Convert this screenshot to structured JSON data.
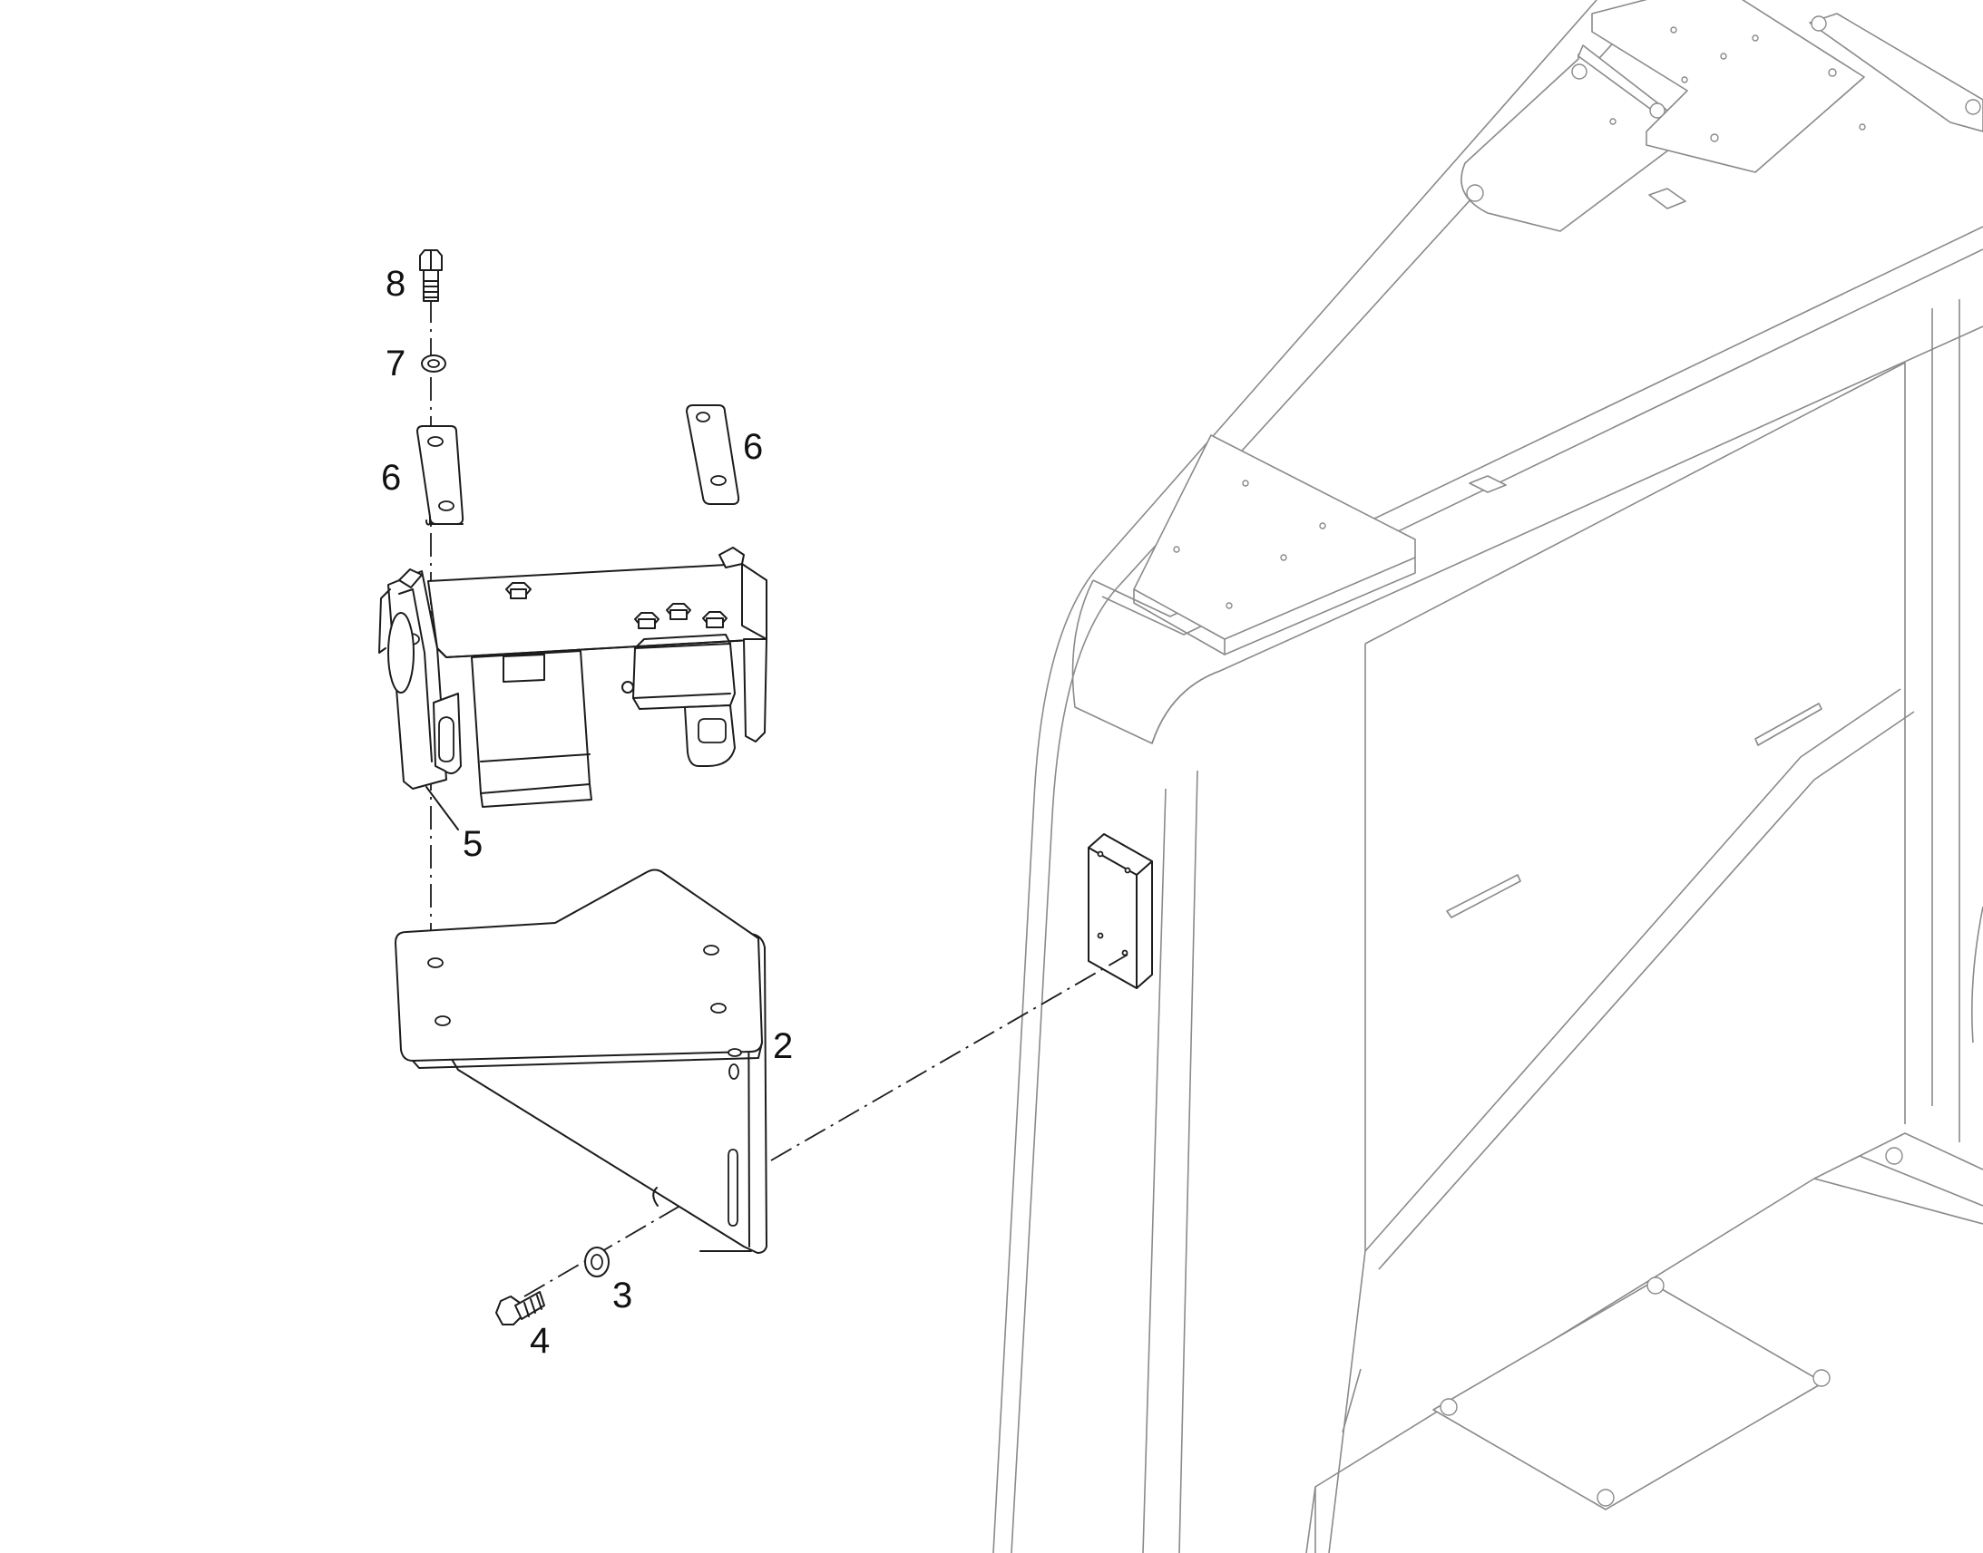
{
  "diagram": {
    "callouts": [
      {
        "id": "label-8",
        "text": "8"
      },
      {
        "id": "label-7",
        "text": "7"
      },
      {
        "id": "label-6a",
        "text": "6"
      },
      {
        "id": "label-6b",
        "text": "6"
      },
      {
        "id": "label-5",
        "text": "5"
      },
      {
        "id": "label-2",
        "text": "2"
      },
      {
        "id": "label-3",
        "text": "3"
      },
      {
        "id": "label-4",
        "text": "4"
      }
    ]
  }
}
